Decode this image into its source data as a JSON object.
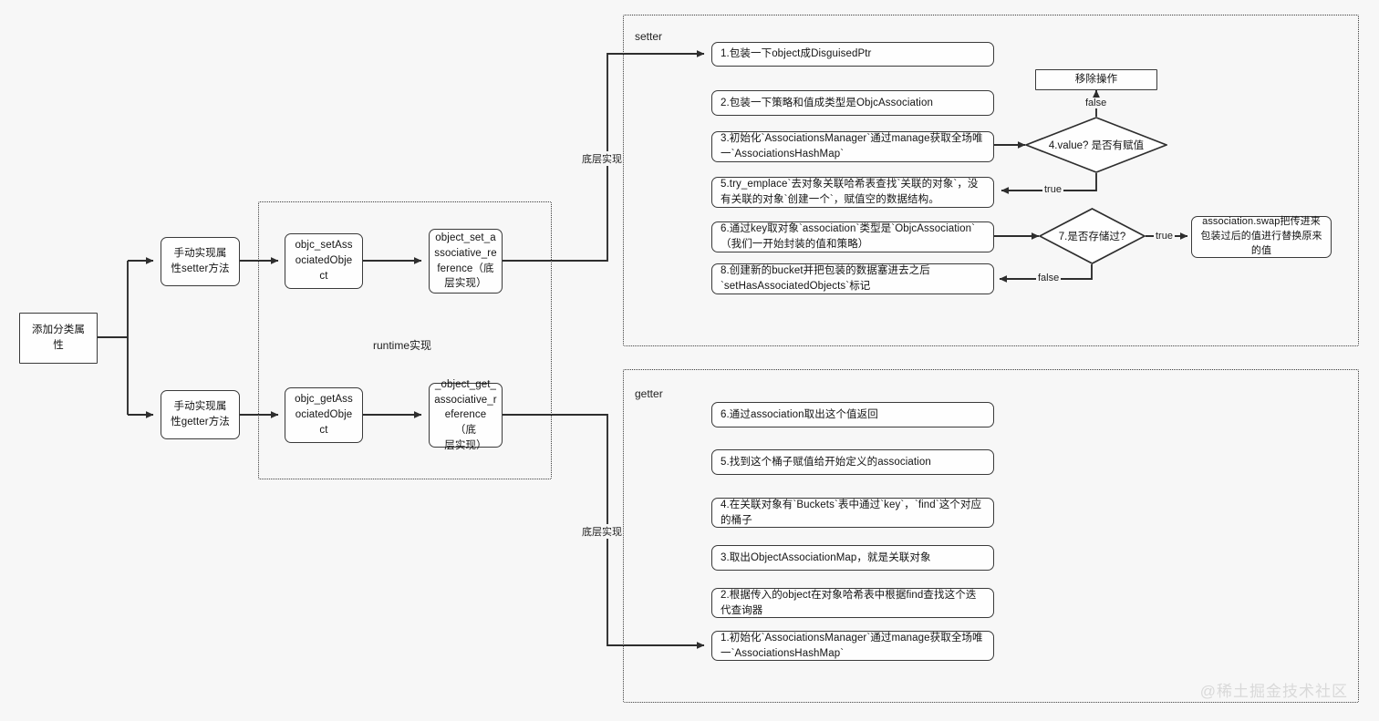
{
  "canvas": {
    "background": "#f7f7f7",
    "line_color": "#3a3a3a",
    "node_fill": "#fefefe"
  },
  "watermark": "@稀土掘金技术社区",
  "root": {
    "label": "添加分类属性"
  },
  "branches": [
    {
      "label": "手动实现属\n性setter方法"
    },
    {
      "label": "手动实现属\n性getter方法"
    }
  ],
  "runtime_group": {
    "label": "runtime实现",
    "nodes": [
      {
        "label": "objc_setAss\nociatedObje\nct"
      },
      {
        "label": "object_set_a\nssociative_re\nference（底\n层实现）"
      },
      {
        "label": "objc_getAss\nociatedObje\nct"
      },
      {
        "label": "_object_get_\nassociative_r\neference（底\n层实现）"
      }
    ]
  },
  "connector_labels": {
    "setter_underlying": "底层实现",
    "getter_underlying": "底层实现"
  },
  "setter_group": {
    "title": "setter",
    "steps": [
      {
        "id": "s1",
        "text": "1.包装一下object成DisguisedPtr"
      },
      {
        "id": "s2",
        "text": "2.包装一下策略和值成类型是ObjcAssociation"
      },
      {
        "id": "s3",
        "text": "3.初始化`AssociationsManager`通过manage获取全场唯一`AssociationsHashMap`"
      },
      {
        "id": "s5",
        "text": "5.try_emplace`去对象关联哈希表查找`关联的对象`，没有关联的对象`创建一个`，赋值空的数据结构。"
      },
      {
        "id": "s6",
        "text": "6.通过key取对象`association`类型是`ObjcAssociation`（我们一开始封装的值和策略）"
      },
      {
        "id": "s8",
        "text": "8.创建新的bucket并把包装的数据塞进去之后`setHasAssociatedObjects`标记"
      }
    ],
    "remove_box": "移除操作",
    "swap_box": "association.swap把传进来包装过后的值进行替换原来的值",
    "decisions": [
      {
        "id": "d4",
        "text": "4.value? 是否有赋值",
        "true_label": "true",
        "false_label": "false"
      },
      {
        "id": "d7",
        "text": "7.是否存储过?",
        "true_label": "true",
        "false_label": "false"
      }
    ]
  },
  "getter_group": {
    "title": "getter",
    "steps": [
      {
        "id": "g6",
        "text": "6.通过association取出这个值返回"
      },
      {
        "id": "g5",
        "text": "5.找到这个桶子赋值给开始定义的association"
      },
      {
        "id": "g4",
        "text": "4.在关联对象有`Buckets`表中通过`key`，`find`这个对应的桶子"
      },
      {
        "id": "g3",
        "text": "3.取出ObjectAssociationMap，就是关联对象"
      },
      {
        "id": "g2",
        "text": "2.根据传入的object在对象哈希表中根据find查找这个迭代查询器"
      },
      {
        "id": "g1",
        "text": "1.初始化`AssociationsManager`通过manage获取全场唯一`AssociationsHashMap`"
      }
    ]
  }
}
